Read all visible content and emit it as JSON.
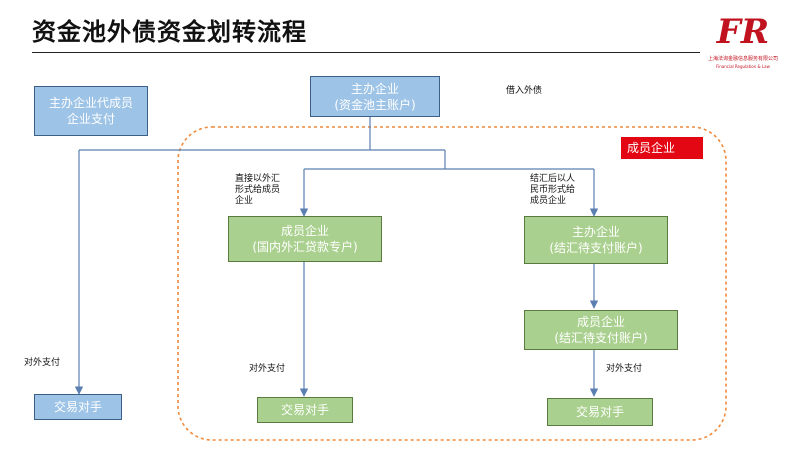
{
  "title": "资金池外债资金划转流程",
  "logo": {
    "mark": "FR",
    "cn": "上海法询金融信息服务有限公司",
    "en": "Financial Regulation & Law"
  },
  "region_tag": "成员企业",
  "nodes": {
    "top_left": {
      "line1": "主办企业代成员",
      "line2": "企业支付"
    },
    "center_top": {
      "line1": "主办企业",
      "line2": "(资金池主账户)"
    },
    "member_domestic": {
      "line1": "成员企业",
      "line2": "(国内外汇贷款专户)"
    },
    "sponsor_pending": {
      "line1": "主办企业",
      "line2": "(结汇待支付账户)"
    },
    "member_pending": {
      "line1": "成员企业",
      "line2": "(结汇待支付账户)"
    },
    "counterparty_left": {
      "line1": "交易对手"
    },
    "counterparty_mid": {
      "line1": "交易对手"
    },
    "counterparty_right": {
      "line1": "交易对手"
    }
  },
  "labels": {
    "borrow": "借入外债",
    "forex_transfer": [
      "直接以外汇",
      "形式给成员",
      "企业"
    ],
    "rmb_transfer": [
      "结汇后以人",
      "民币形式给",
      "成员企业"
    ],
    "pay_left": "对外支付",
    "pay_mid": "对外支付",
    "pay_right": "对外支付"
  }
}
